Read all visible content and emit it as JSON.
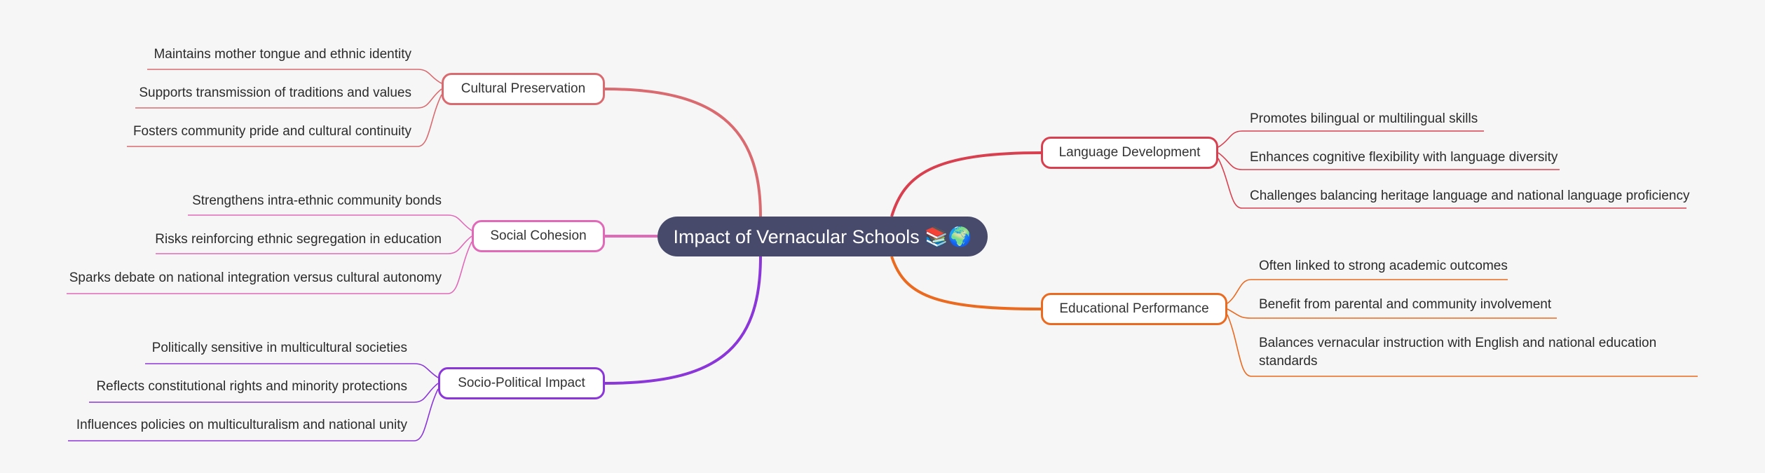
{
  "root": {
    "label": "Impact of Vernacular Schools 📚🌍"
  },
  "colors": {
    "root_bg": "#474a6b",
    "language_development": "#d9404f",
    "educational_performance": "#ea6a1f",
    "cultural_preservation": "#d96b70",
    "social_cohesion": "#e06ab8",
    "socio_political_impact": "#8a36d9"
  },
  "branches": {
    "language_development": {
      "label": "Language Development",
      "items": [
        "Promotes bilingual or multilingual skills",
        "Enhances cognitive flexibility with language diversity",
        "Challenges balancing heritage language and national language proficiency"
      ]
    },
    "educational_performance": {
      "label": "Educational Performance",
      "items": [
        "Often linked to strong academic outcomes",
        "Benefit from parental and community involvement",
        "Balances vernacular instruction with English and national education standards"
      ]
    },
    "cultural_preservation": {
      "label": "Cultural Preservation",
      "items": [
        "Maintains mother tongue and ethnic identity",
        "Supports transmission of traditions and values",
        "Fosters community pride and cultural continuity"
      ]
    },
    "social_cohesion": {
      "label": "Social Cohesion",
      "items": [
        "Strengthens intra-ethnic community bonds",
        "Risks reinforcing ethnic segregation in education",
        "Sparks debate on national integration versus cultural autonomy"
      ]
    },
    "socio_political_impact": {
      "label": "Socio-Political Impact",
      "items": [
        "Politically sensitive in multicultural societies",
        "Reflects constitutional rights and minority protections",
        "Influences policies on multiculturalism and national unity"
      ]
    }
  }
}
